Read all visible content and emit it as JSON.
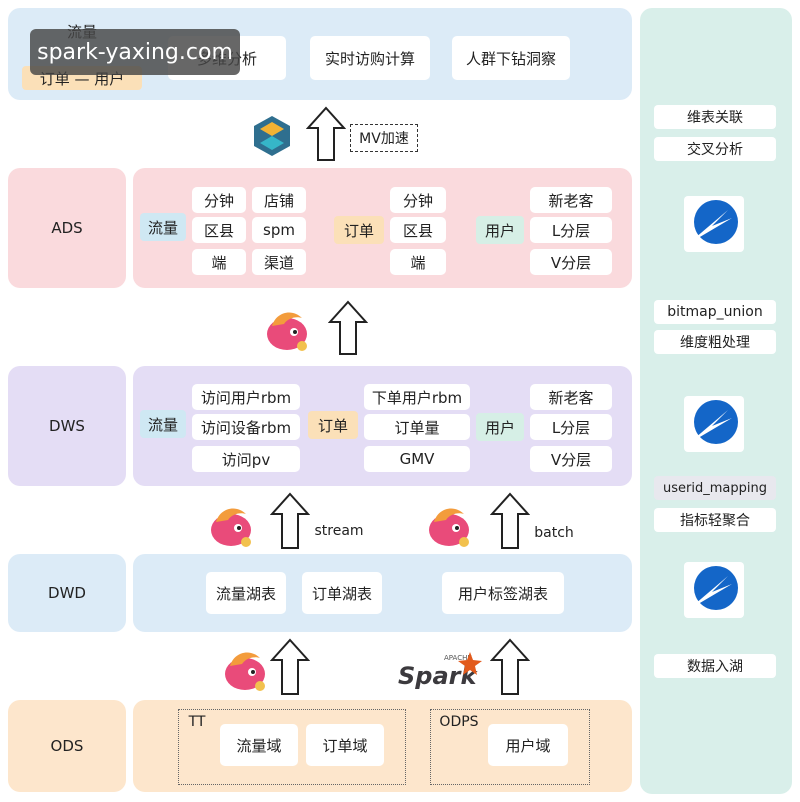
{
  "watermark": "spark-yaxing.com",
  "top": {
    "flow_label": "流量",
    "order_user_line": "订单 — 用户",
    "boxes": [
      "多维分析",
      "实时访购计算",
      "人群下钻洞察"
    ]
  },
  "mv_label": "MV加速",
  "ads": {
    "layer": "ADS",
    "flow_tag": "流量",
    "flow_grid": [
      "分钟",
      "店铺",
      "区县",
      "spm",
      "端",
      "渠道"
    ],
    "order_tag": "订单",
    "order_items": [
      "分钟",
      "区县",
      "端"
    ],
    "user_tag": "用户",
    "user_items": [
      "新老客",
      "L分层",
      "V分层"
    ]
  },
  "dws": {
    "layer": "DWS",
    "flow_tag": "流量",
    "flow_items": [
      "访问用户rbm",
      "访问设备rbm",
      "访问pv"
    ],
    "order_tag": "订单",
    "order_items": [
      "下单用户rbm",
      "订单量",
      "GMV"
    ],
    "user_tag": "用户",
    "user_items": [
      "新老客",
      "L分层",
      "V分层"
    ]
  },
  "stream_label": "stream",
  "batch_label": "batch",
  "dwd": {
    "layer": "DWD",
    "boxes": [
      "流量湖表",
      "订单湖表",
      "用户标签湖表"
    ]
  },
  "spark_logo": {
    "small": "APACHE",
    "big": "Spark"
  },
  "ods": {
    "layer": "ODS",
    "group1": "TT",
    "group1_items": [
      "流量域",
      "订单域"
    ],
    "group2": "ODPS",
    "group2_items": [
      "用户域"
    ]
  },
  "right_panel": {
    "group1": [
      "维表关联",
      "交叉分析"
    ],
    "group2": [
      "bitmap_union",
      "维度粗处理"
    ],
    "group3": [
      "userid_mapping",
      "指标轻聚合"
    ],
    "group4": [
      "数据入湖"
    ]
  },
  "colors": {
    "blue_bg": "#dcebf7",
    "pink_bg": "#fadadd",
    "purple_bg": "#e4ddf5",
    "orange_bg": "#fde6cc",
    "right_bg": "#d9efea"
  }
}
